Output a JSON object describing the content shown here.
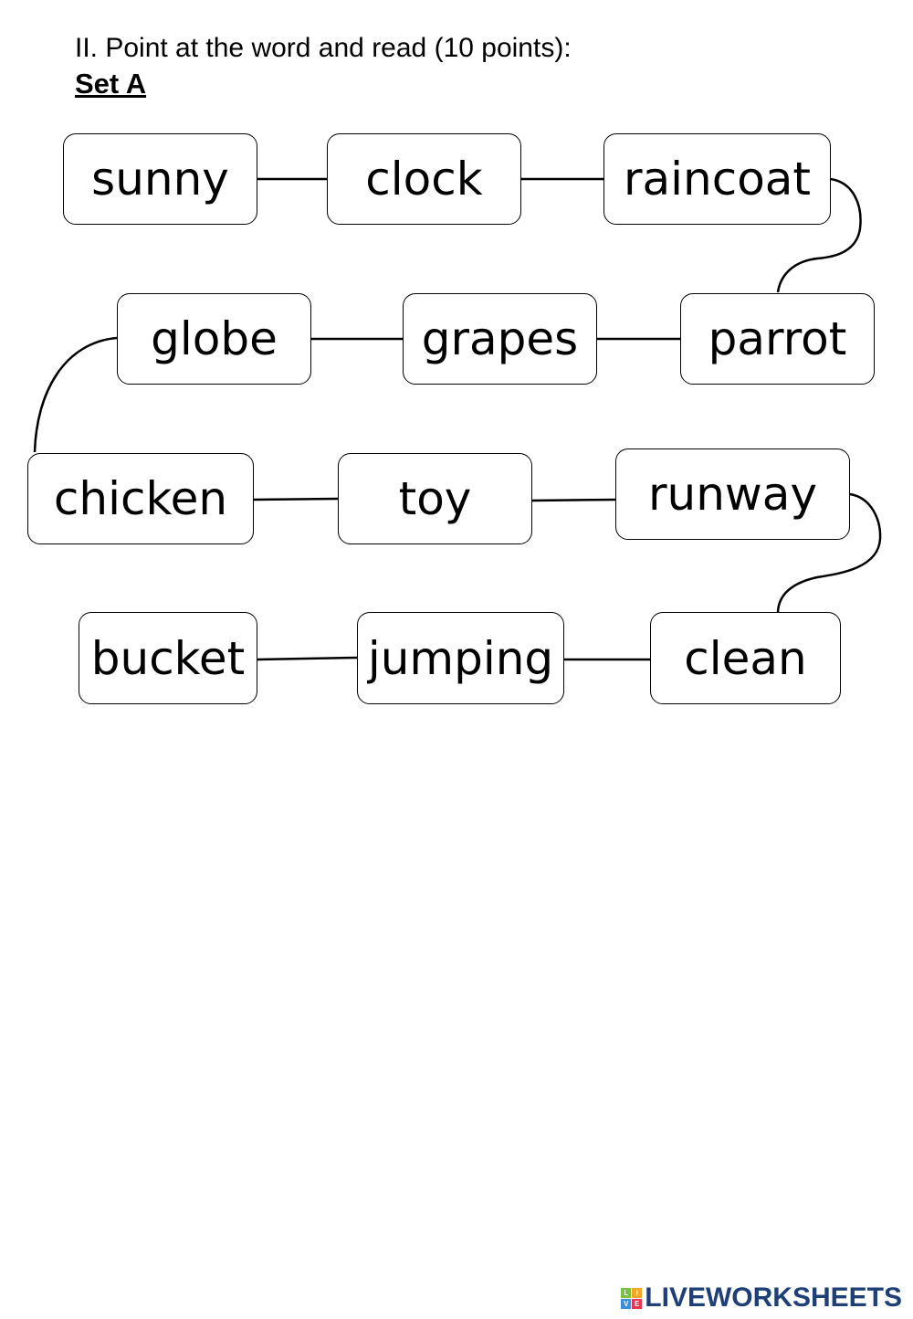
{
  "header": {
    "title": "II. Point at the word and read (10 points):",
    "set_label": "Set A"
  },
  "words": [
    "sunny",
    "clock",
    "raincoat",
    "globe",
    "grapes",
    "parrot",
    "chicken",
    "toy",
    "runway",
    "bucket",
    "jumping",
    "clean"
  ],
  "logo": {
    "text": "LIVEWORKSHEETS",
    "colors": [
      "#7bc043",
      "#f5a623",
      "#3b8fd9",
      "#e8344e"
    ]
  }
}
